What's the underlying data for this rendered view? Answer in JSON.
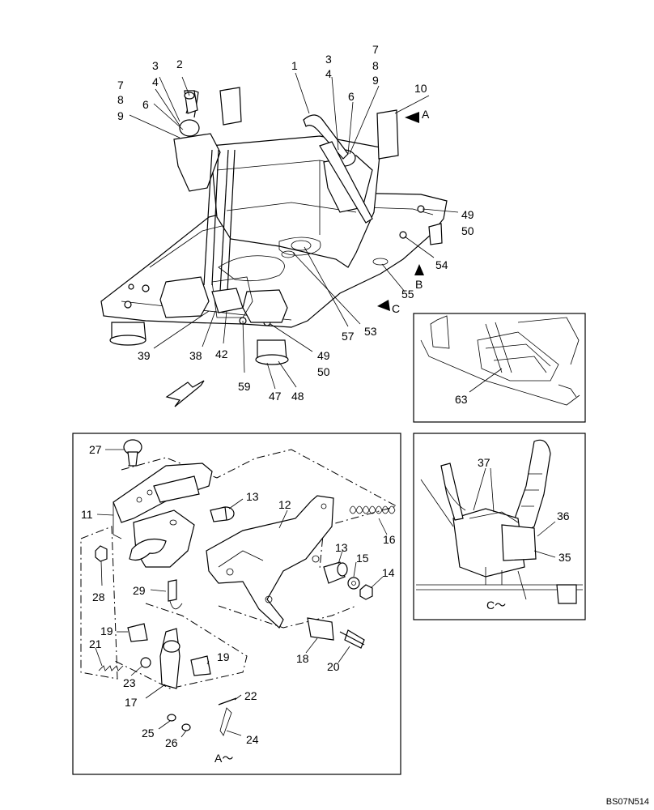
{
  "callouts": {
    "n1": "1",
    "n2": "2",
    "n3a": "3",
    "n4a": "4",
    "n3b": "3",
    "n4b": "4",
    "n6a": "6",
    "n6b": "6",
    "n7a": "7",
    "n8a": "8",
    "n9a": "9",
    "n7b": "7",
    "n8b": "8",
    "n9b": "9",
    "n10": "10",
    "n49a": "49",
    "n50a": "50",
    "n54": "54",
    "n55": "55",
    "n53": "53",
    "n57": "57",
    "n39": "39",
    "n38": "38",
    "n42": "42",
    "n59": "59",
    "n47": "47",
    "n48": "48",
    "n49b": "49",
    "n50b": "50",
    "n63": "63",
    "n27": "27",
    "n11": "11",
    "n13a": "13",
    "n12": "12",
    "n16": "16",
    "n13b": "13",
    "n15": "15",
    "n14": "14",
    "n28": "28",
    "n29": "29",
    "n19a": "19",
    "n21": "21",
    "n23": "23",
    "n19b": "19",
    "n18": "18",
    "n20": "20",
    "n17": "17",
    "n22": "22",
    "n25": "25",
    "n26": "26",
    "n24": "24",
    "n37": "37",
    "n36": "36",
    "n35": "35"
  },
  "view_letters": {
    "a": "A",
    "b": "B",
    "c": "C"
  },
  "view_titles": {
    "a": "A～",
    "c": "C～"
  },
  "drawing_ref": "BS07N514"
}
